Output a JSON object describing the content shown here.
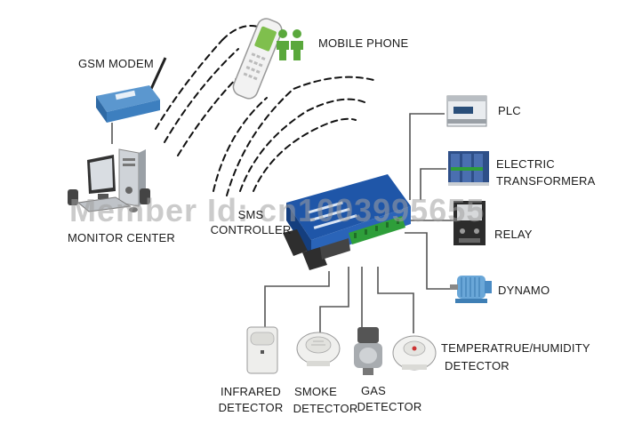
{
  "labels": {
    "gsm_modem": "GSM MODEM",
    "mobile_phone": "MOBILE PHONE",
    "monitor_center": "MONITOR CENTER",
    "sms_controller_line1": "SMS",
    "sms_controller_line2": "CONTROLLER",
    "plc": "PLC",
    "electric_transformer_line1": "ELECTRIC",
    "electric_transformer_line2": "TRANSFORMERA",
    "relay": "RELAY",
    "dynamo": "DYNAMO",
    "temp_humidity_line1": "TEMPERATRUE/HUMIDITY",
    "temp_humidity_line2": "DETECTOR",
    "infrared_line1": "INFRARED",
    "infrared_line2": "DETECTOR",
    "smoke_line1": "SMOKE",
    "smoke_line2": "DETECTOR",
    "gas_line1": "GAS",
    "gas_line2": "DETECTOR"
  },
  "watermark": "Member Id: cn1003995655",
  "colors": {
    "controller_blue": "#1f56a8",
    "terminal_green": "#2e9e3a",
    "modem_blue": "#4f8fc8",
    "line_gray": "#555555",
    "people_green": "#5aa83c"
  }
}
